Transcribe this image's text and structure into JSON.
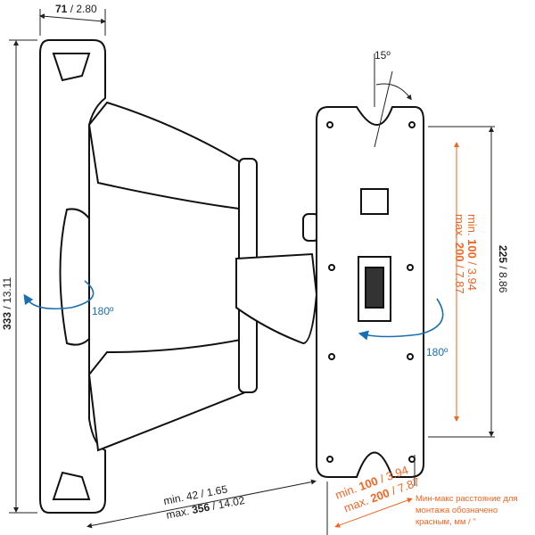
{
  "dimensions": {
    "depth": {
      "bold": "71",
      "rest": " / 2.80"
    },
    "height": {
      "bold": "333",
      "rest": " / 13.11"
    },
    "tilt": "15º",
    "plate_height": {
      "bold": "225",
      "rest": " / 8.86"
    },
    "extension_min": {
      "prefix": "min. ",
      "value": "42 / 1.65"
    },
    "extension_max": {
      "prefix": "max. ",
      "bold": "356",
      "rest": " / 14.02"
    }
  },
  "vesa_vertical": {
    "min": {
      "prefix": "min. ",
      "bold": "100",
      "rest": " / 3.94"
    },
    "max": {
      "prefix": "max. ",
      "bold": "200",
      "rest": " / 7.87"
    }
  },
  "vesa_horizontal": {
    "min": {
      "prefix": "min. ",
      "bold": "100",
      "rest": " / 3.94"
    },
    "max": {
      "prefix": "max. ",
      "bold": "200",
      "rest": " / 7.87"
    }
  },
  "rotation": {
    "swivel": "180º",
    "plate": "180º"
  },
  "note": "Мин-макс расстояние для монтажа обозначено красным, мм / \""
}
